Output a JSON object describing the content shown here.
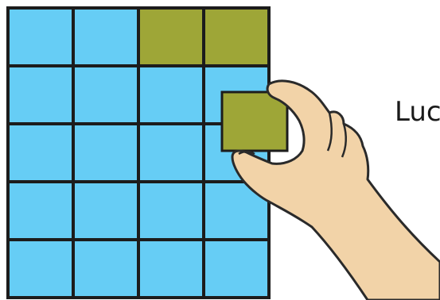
{
  "caption": "Luc",
  "grid": {
    "rows": 5,
    "cols": 4,
    "colored_cells": [
      [
        0,
        2
      ],
      [
        0,
        3
      ]
    ],
    "held_tile_target": [
      1,
      3
    ]
  },
  "colors": {
    "tile_blue": "#66cdf5",
    "tile_olive": "#9ea637",
    "grid_line": "#1c1c1c",
    "skin": "#f2d3a8",
    "skin_outline": "#2a2a2a"
  },
  "icons": [
    "hand-icon"
  ]
}
